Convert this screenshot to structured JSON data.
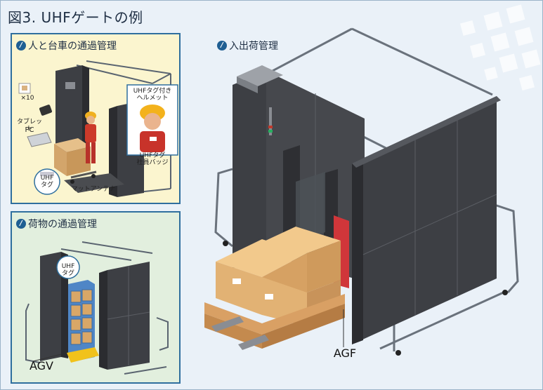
{
  "figure_title": "図3. UHFゲートの例",
  "panel_people": {
    "heading": "人と台車の通過管理",
    "qty_label": "×10",
    "tablet_label": "タブレット",
    "pc_label": "PC",
    "helmet_label": "UHFタグ付き\nヘルメット",
    "badge_label": "UHFタグ\n社員バッジ",
    "tag_label": "UHF\nタグ",
    "mat_label": "マットアンテナ"
  },
  "panel_goods": {
    "heading": "荷物の通過管理",
    "tag_label": "UHF\nタグ",
    "agv_label": "AGV"
  },
  "main": {
    "heading": "入出荷管理",
    "agf_label": "AGF"
  }
}
